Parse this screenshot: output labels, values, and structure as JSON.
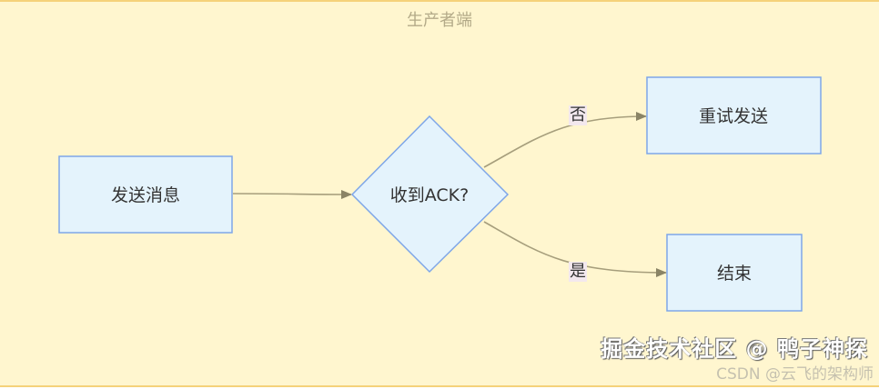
{
  "subgraph": {
    "title": "生产者端"
  },
  "nodes": {
    "send": "发送消息",
    "decision": "收到ACK?",
    "retry": "重试发送",
    "end": "结束"
  },
  "edges": {
    "no_label": "否",
    "yes_label": "是"
  },
  "watermarks": {
    "primary": "掘金技术社区 @ 鸭子神探",
    "secondary": "CSDN @云飞的架构师"
  },
  "colors": {
    "background": "#fff6cf",
    "node_fill": "#e4f3fc",
    "node_stroke": "#7ea6e8",
    "edge": "#a69e7c"
  }
}
